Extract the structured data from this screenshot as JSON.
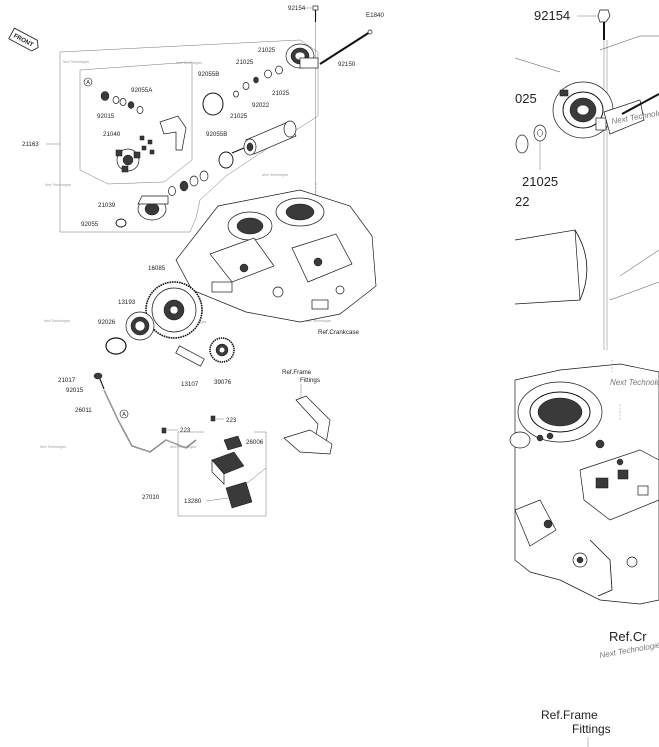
{
  "front_badge": "FRONT",
  "diagram_id": "E1840",
  "watermark": "Next Technologies",
  "ref_crankcase": "Ref.Crankcase",
  "ref_frame": "Ref.Frame\nFittings",
  "ref_frame_line1": "Ref.Frame",
  "ref_frame_line2": "Fittings",
  "callout_a": "A",
  "parts": {
    "p92154": "92154",
    "p92150": "92150",
    "p21025": "21025",
    "p92022": "92022",
    "p92055B": "92055B",
    "p92055A": "92055A",
    "p92015": "92015",
    "p21040": "21040",
    "p21163": "21163",
    "p21039": "21039",
    "p92055": "92055",
    "p16085": "16085",
    "p13193": "13193",
    "p92026": "92026",
    "p13107": "13107",
    "p39076": "39076",
    "p21017": "21017",
    "p26011": "26011",
    "p223": "223",
    "p26006": "26006",
    "p27010": "27010",
    "p13280": "13280"
  },
  "zoom": {
    "p92154": "92154",
    "p21025_a": "21025",
    "p21025_b": "025",
    "p22": "22",
    "ref_cr": "Ref.Cr",
    "ref_frame_line1": "Ref.Frame",
    "ref_frame_line2": "Fittings"
  }
}
